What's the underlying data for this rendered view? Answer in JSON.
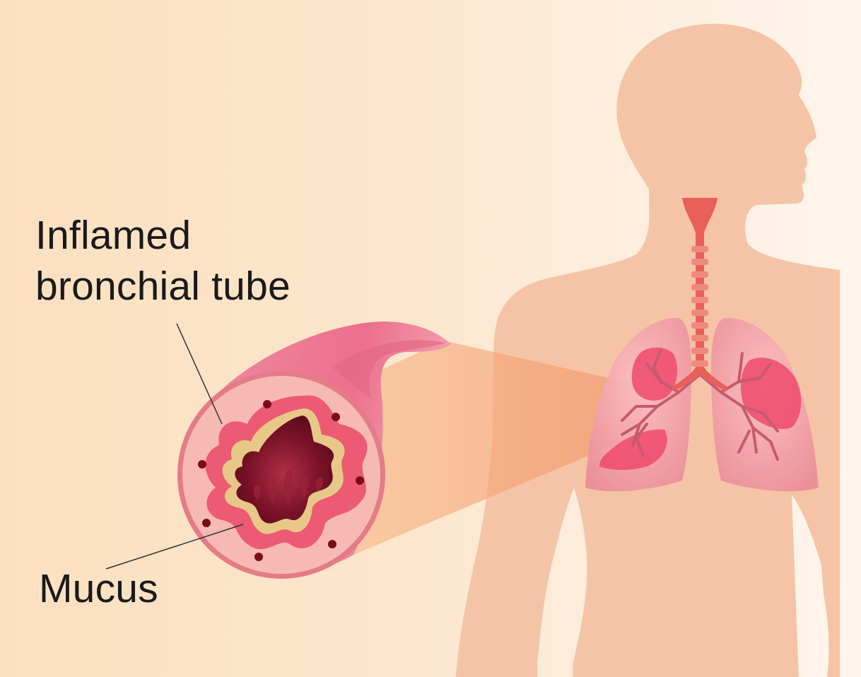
{
  "labels": {
    "inflamed_line1": "Inflamed",
    "inflamed_line2": "bronchial tube",
    "mucus": "Mucus"
  },
  "colors": {
    "background": "#fbe3c6",
    "body_silhouette": "#f5c4a6",
    "lung_fill": "#f7a7b0",
    "trachea": "#e9605a",
    "bronchial_wall": "#e2707f",
    "inflamed_tissue": "#ef5d77",
    "lumen": "#6e0f24",
    "mucus": "#e8c889",
    "gland_dots": "#7a0c1a",
    "callout_line": "#333333"
  }
}
